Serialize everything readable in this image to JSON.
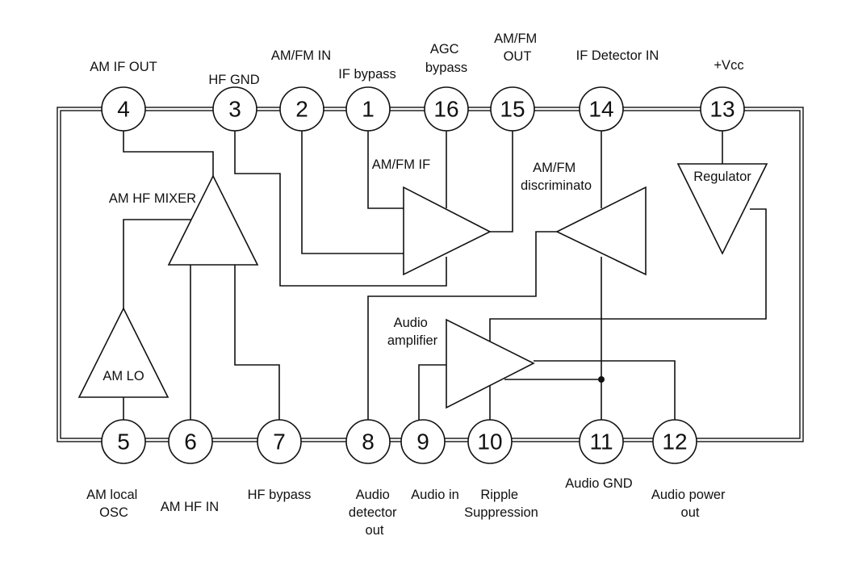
{
  "pins": {
    "p1": {
      "number": "1",
      "label": [
        "IF bypass"
      ]
    },
    "p2": {
      "number": "2",
      "label": [
        "AM/FM IN"
      ]
    },
    "p3": {
      "number": "3",
      "label": [
        "HF GND"
      ]
    },
    "p4": {
      "number": "4",
      "label": [
        "AM IF OUT"
      ]
    },
    "p5": {
      "number": "5",
      "label": [
        "AM local",
        "OSC"
      ]
    },
    "p6": {
      "number": "6",
      "label": [
        "AM HF IN"
      ]
    },
    "p7": {
      "number": "7",
      "label": [
        "HF bypass"
      ]
    },
    "p8": {
      "number": "8",
      "label": [
        "Audio",
        "detector",
        "out"
      ]
    },
    "p9": {
      "number": "9",
      "label": [
        "Audio in"
      ]
    },
    "p10": {
      "number": "10",
      "label": [
        "Ripple",
        "Suppression"
      ]
    },
    "p11": {
      "number": "11",
      "label": [
        "Audio GND"
      ]
    },
    "p12": {
      "number": "12",
      "label": [
        "Audio power",
        "out"
      ]
    },
    "p13": {
      "number": "13",
      "label": [
        "+Vcc"
      ]
    },
    "p14": {
      "number": "14",
      "label": [
        "IF Detector  IN"
      ]
    },
    "p15": {
      "number": "15",
      "label": [
        "AM/FM",
        "OUT"
      ]
    },
    "p16": {
      "number": "16",
      "label": [
        "AGC",
        "bypass"
      ]
    }
  },
  "blocks": {
    "mixer": {
      "label": [
        "AM HF MIXER"
      ]
    },
    "if_amp": {
      "label": [
        "AM/FM IF"
      ]
    },
    "discriminator": {
      "label": [
        "AM/FM",
        "discriminato"
      ]
    },
    "regulator": {
      "label": [
        "Regulator"
      ]
    },
    "audio_amp": {
      "label": [
        "Audio",
        "amplifier"
      ]
    },
    "am_lo": {
      "label": [
        "AM LO"
      ]
    }
  }
}
